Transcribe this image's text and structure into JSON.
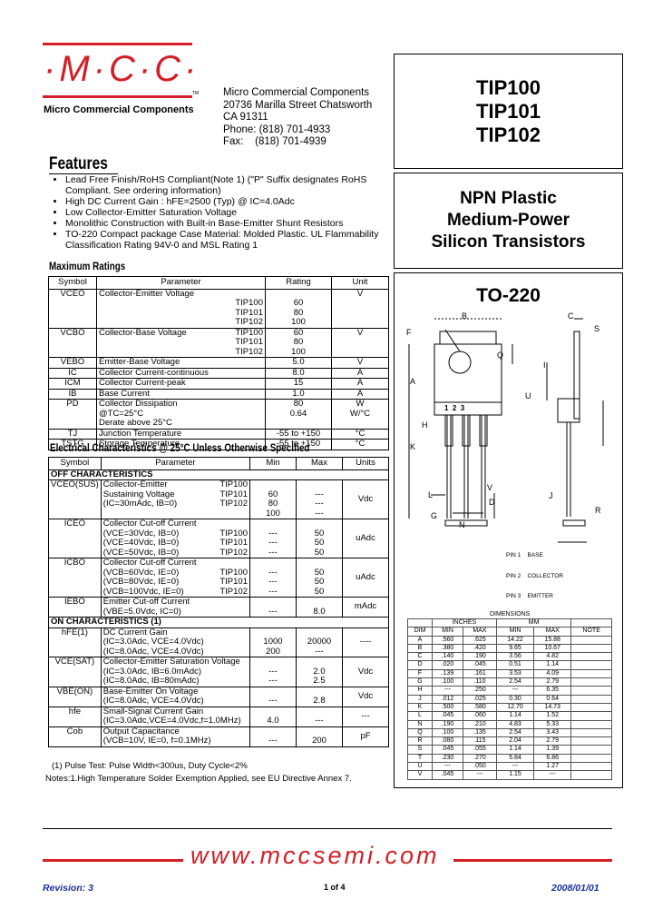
{
  "header": {
    "logo_text": "·M·C·C·",
    "tm": "TM",
    "company_short": "Micro Commercial Components",
    "address_lines": [
      "Micro Commercial Components",
      "20736 Marilla Street Chatsworth",
      "CA 91311",
      "Phone: (818) 701-4933",
      "Fax:    (818) 701-4939"
    ]
  },
  "parts": [
    "TIP100",
    "TIP101",
    "TIP102"
  ],
  "description": [
    "NPN Plastic",
    "Medium-Power",
    "Silicon Transistors"
  ],
  "package_title": "TO-220",
  "features": {
    "title": "Features",
    "items": [
      "Lead Free Finish/RoHS Compliant(Note 1) (\"P\" Suffix designates RoHS Compliant.  See ordering information)",
      "High DC Current Gain : hFE=2500 (Typ) @ IC=4.0Adc",
      "Low Collector-Emitter Saturation Voltage",
      "Monolithic Construction with Built-in Base-Emitter Shunt Resistors",
      "TO-220 Compact package Case Material: Molded Plastic.   UL Flammability Classification Rating 94V-0 and MSL Rating 1"
    ]
  },
  "max_ratings": {
    "title": "Maximum Ratings",
    "headers": [
      "Symbol",
      "Parameter",
      "Rating",
      "Unit"
    ],
    "rows": [
      {
        "sym": "VCEO",
        "param": "Collector-Emitter Voltage",
        "parts": "\nTIP100\nTIP101\nTIP102",
        "rating": "\n60\n80\n100",
        "unit": "V"
      },
      {
        "sym": "VCBO",
        "param": "Collector-Base Voltage",
        "parts": "TIP100\nTIP101\nTIP102",
        "rating": "60\n80\n100",
        "unit": "V"
      },
      {
        "sym": "VEBO",
        "param": "Emitter-Base Voltage",
        "parts": "",
        "rating": "5.0",
        "unit": "V"
      },
      {
        "sym": "IC",
        "param": "Collector Current-continuous",
        "parts": "",
        "rating": "8.0",
        "unit": "A"
      },
      {
        "sym": "ICM",
        "param": "Collector Current-peak",
        "parts": "",
        "rating": "15",
        "unit": "A"
      },
      {
        "sym": "IB",
        "param": "Base Current",
        "parts": "",
        "rating": "1.0",
        "unit": "A"
      },
      {
        "sym": "PD",
        "param": "Collector Dissipation @TC=25°C\nDerate above 25°C",
        "parts": "",
        "rating": "80\n0.64",
        "unit": "W\nW/°C"
      },
      {
        "sym": "TJ",
        "param": "Junction Temperature",
        "parts": "",
        "rating": "-55 to +150",
        "unit": "°C"
      },
      {
        "sym": "TSTG",
        "param": "Storage Temperature",
        "parts": "",
        "rating": "-55 to +150",
        "unit": "°C"
      }
    ]
  },
  "elec": {
    "title": "Electrical Characteristics @ 25°C Unless Otherwise Specified",
    "headers": [
      "Symbol",
      "Parameter",
      "Min",
      "Max",
      "Units"
    ],
    "off_title": "OFF CHARACTERISTICS",
    "on_title": "ON CHARACTERISTICS (1)",
    "off_rows": [
      {
        "sym": "VCEO(SUS)",
        "param": "Collector-Emitter Sustaining Voltage\n   (IC=30mAdc, IB=0)",
        "parts": "TIP100\nTIP101\nTIP102",
        "min": "\n60\n80\n100",
        "max": "\n---\n---\n---",
        "unit": "Vdc"
      },
      {
        "sym": "ICEO",
        "param": "Collector Cut-off Current\n   (VCE=30Vdc, IB=0)\n   (VCE=40Vdc, IB=0)\n   (VCE=50Vdc, IB=0)",
        "parts": "\nTIP100\nTIP101\nTIP102",
        "min": "\n---\n---\n---",
        "max": "\n50\n50\n50",
        "unit": "uAdc"
      },
      {
        "sym": "ICBO",
        "param": "Collector Cut-off Current\n   (VCB=60Vdc, IE=0)\n   (VCB=80Vdc, IE=0)\n   (VCB=100Vdc, IE=0)",
        "parts": "\nTIP100\nTIP101\nTIP102",
        "min": "\n---\n---\n---",
        "max": "\n50\n50\n50",
        "unit": "uAdc"
      },
      {
        "sym": "IEBO",
        "param": "Emitter Cut-off Current\n   (VBE=5.0Vdc, IC=0)",
        "parts": "",
        "min": "\n---",
        "max": "\n8.0",
        "unit": "mAdc"
      }
    ],
    "on_rows": [
      {
        "sym": "hFE(1)",
        "param": "DC Current Gain\n   (IC=3.0Adc, VCE=4.0Vdc)\n   (IC=8.0Adc, VCE=4.0Vdc)",
        "min": "\n1000\n200",
        "max": "\n20000\n---",
        "unit": "----"
      },
      {
        "sym": "VCE(SAT)",
        "param": "Collector-Emitter Saturation Voltage\n   (IC=3.0Adc, IB=6.0mAdc)\n   (IC=8.0Adc, IB=80mAdc)",
        "min": "\n---\n---",
        "max": "\n2.0\n2.5",
        "unit": "Vdc"
      },
      {
        "sym": "VBE(ON)",
        "param": "Base-Emitter On Voltage\n   (IC=8.0Adc, VCE=4.0Vdc)",
        "min": "\n---",
        "max": "\n2.8",
        "unit": "Vdc"
      },
      {
        "sym": "hfe",
        "param": "Small-Signal Current Gain\n   (IC=3.0Adc,VCE=4.0Vdc,f=1.0MHz)",
        "min": "\n4.0",
        "max": "\n---",
        "unit": "---"
      },
      {
        "sym": "Cob",
        "param": "Output Capacitance\n   (VCB=10V, IE=0, f=0.1MHz)",
        "min": "\n---",
        "max": "\n200",
        "unit": "pF"
      }
    ],
    "note1": "(1) Pulse Test: Pulse Width<300us, Duty Cycle<2%",
    "note2": "Notes:1.High Temperature Solder Exemption Applied, see EU Directive Annex 7."
  },
  "pin_labels": {
    "pins": "1  2  3",
    "base": "PIN 1    BASE",
    "collector": "PIN 2    COLLECTOR",
    "emitter": "PIN 3    EMITTER"
  },
  "dim_letters": [
    "B",
    "C",
    "S",
    "F",
    "Q",
    "A",
    "I",
    "U",
    "H",
    "K",
    "V",
    "D",
    "L",
    "G",
    "N",
    "J",
    "R"
  ],
  "dims": {
    "title": "DIMENSIONS",
    "inches": "INCHES",
    "mm": "MM",
    "headers": [
      "DIM",
      "MIN",
      "MAX",
      "MIN",
      "MAX",
      "NOTE"
    ],
    "rows": [
      [
        "A",
        ".560",
        ".625",
        "14.22",
        "15.88",
        ""
      ],
      [
        "B",
        ".380",
        ".420",
        "9.65",
        "10.67",
        ""
      ],
      [
        "C",
        ".140",
        ".190",
        "3.56",
        "4.82",
        ""
      ],
      [
        "D",
        ".020",
        ".045",
        "0.51",
        "1.14",
        ""
      ],
      [
        "F",
        ".139",
        ".161",
        "3.53",
        "4.09",
        ""
      ],
      [
        "G",
        ".100",
        ".110",
        "2.54",
        "2.79",
        ""
      ],
      [
        "H",
        "---",
        ".250",
        "---",
        "6.35",
        ""
      ],
      [
        "J",
        ".012",
        ".025",
        "0.30",
        "0.64",
        ""
      ],
      [
        "K",
        ".500",
        ".580",
        "12.70",
        "14.73",
        ""
      ],
      [
        "L",
        ".045",
        ".060",
        "1.14",
        "1.52",
        ""
      ],
      [
        "N",
        ".190",
        ".210",
        "4.83",
        "5.33",
        ""
      ],
      [
        "Q",
        ".100",
        ".135",
        "2.54",
        "3.43",
        ""
      ],
      [
        "R",
        ".080",
        ".115",
        "2.04",
        "2.79",
        ""
      ],
      [
        "S",
        ".045",
        ".055",
        "1.14",
        "1.39",
        ""
      ],
      [
        "T",
        ".230",
        ".270",
        "5.84",
        "6.86",
        ""
      ],
      [
        "U",
        "---",
        ".050",
        "---",
        "1.27",
        ""
      ],
      [
        "V",
        ".045",
        "---",
        "1.15",
        "---",
        ""
      ]
    ]
  },
  "footer": {
    "url": "www.mccsemi.com",
    "revision": "Revision: 3",
    "page": "1 of 4",
    "date": "2008/01/01"
  },
  "colors": {
    "brand_red": "#d41f26",
    "footer_blue": "#1a2f9e"
  }
}
